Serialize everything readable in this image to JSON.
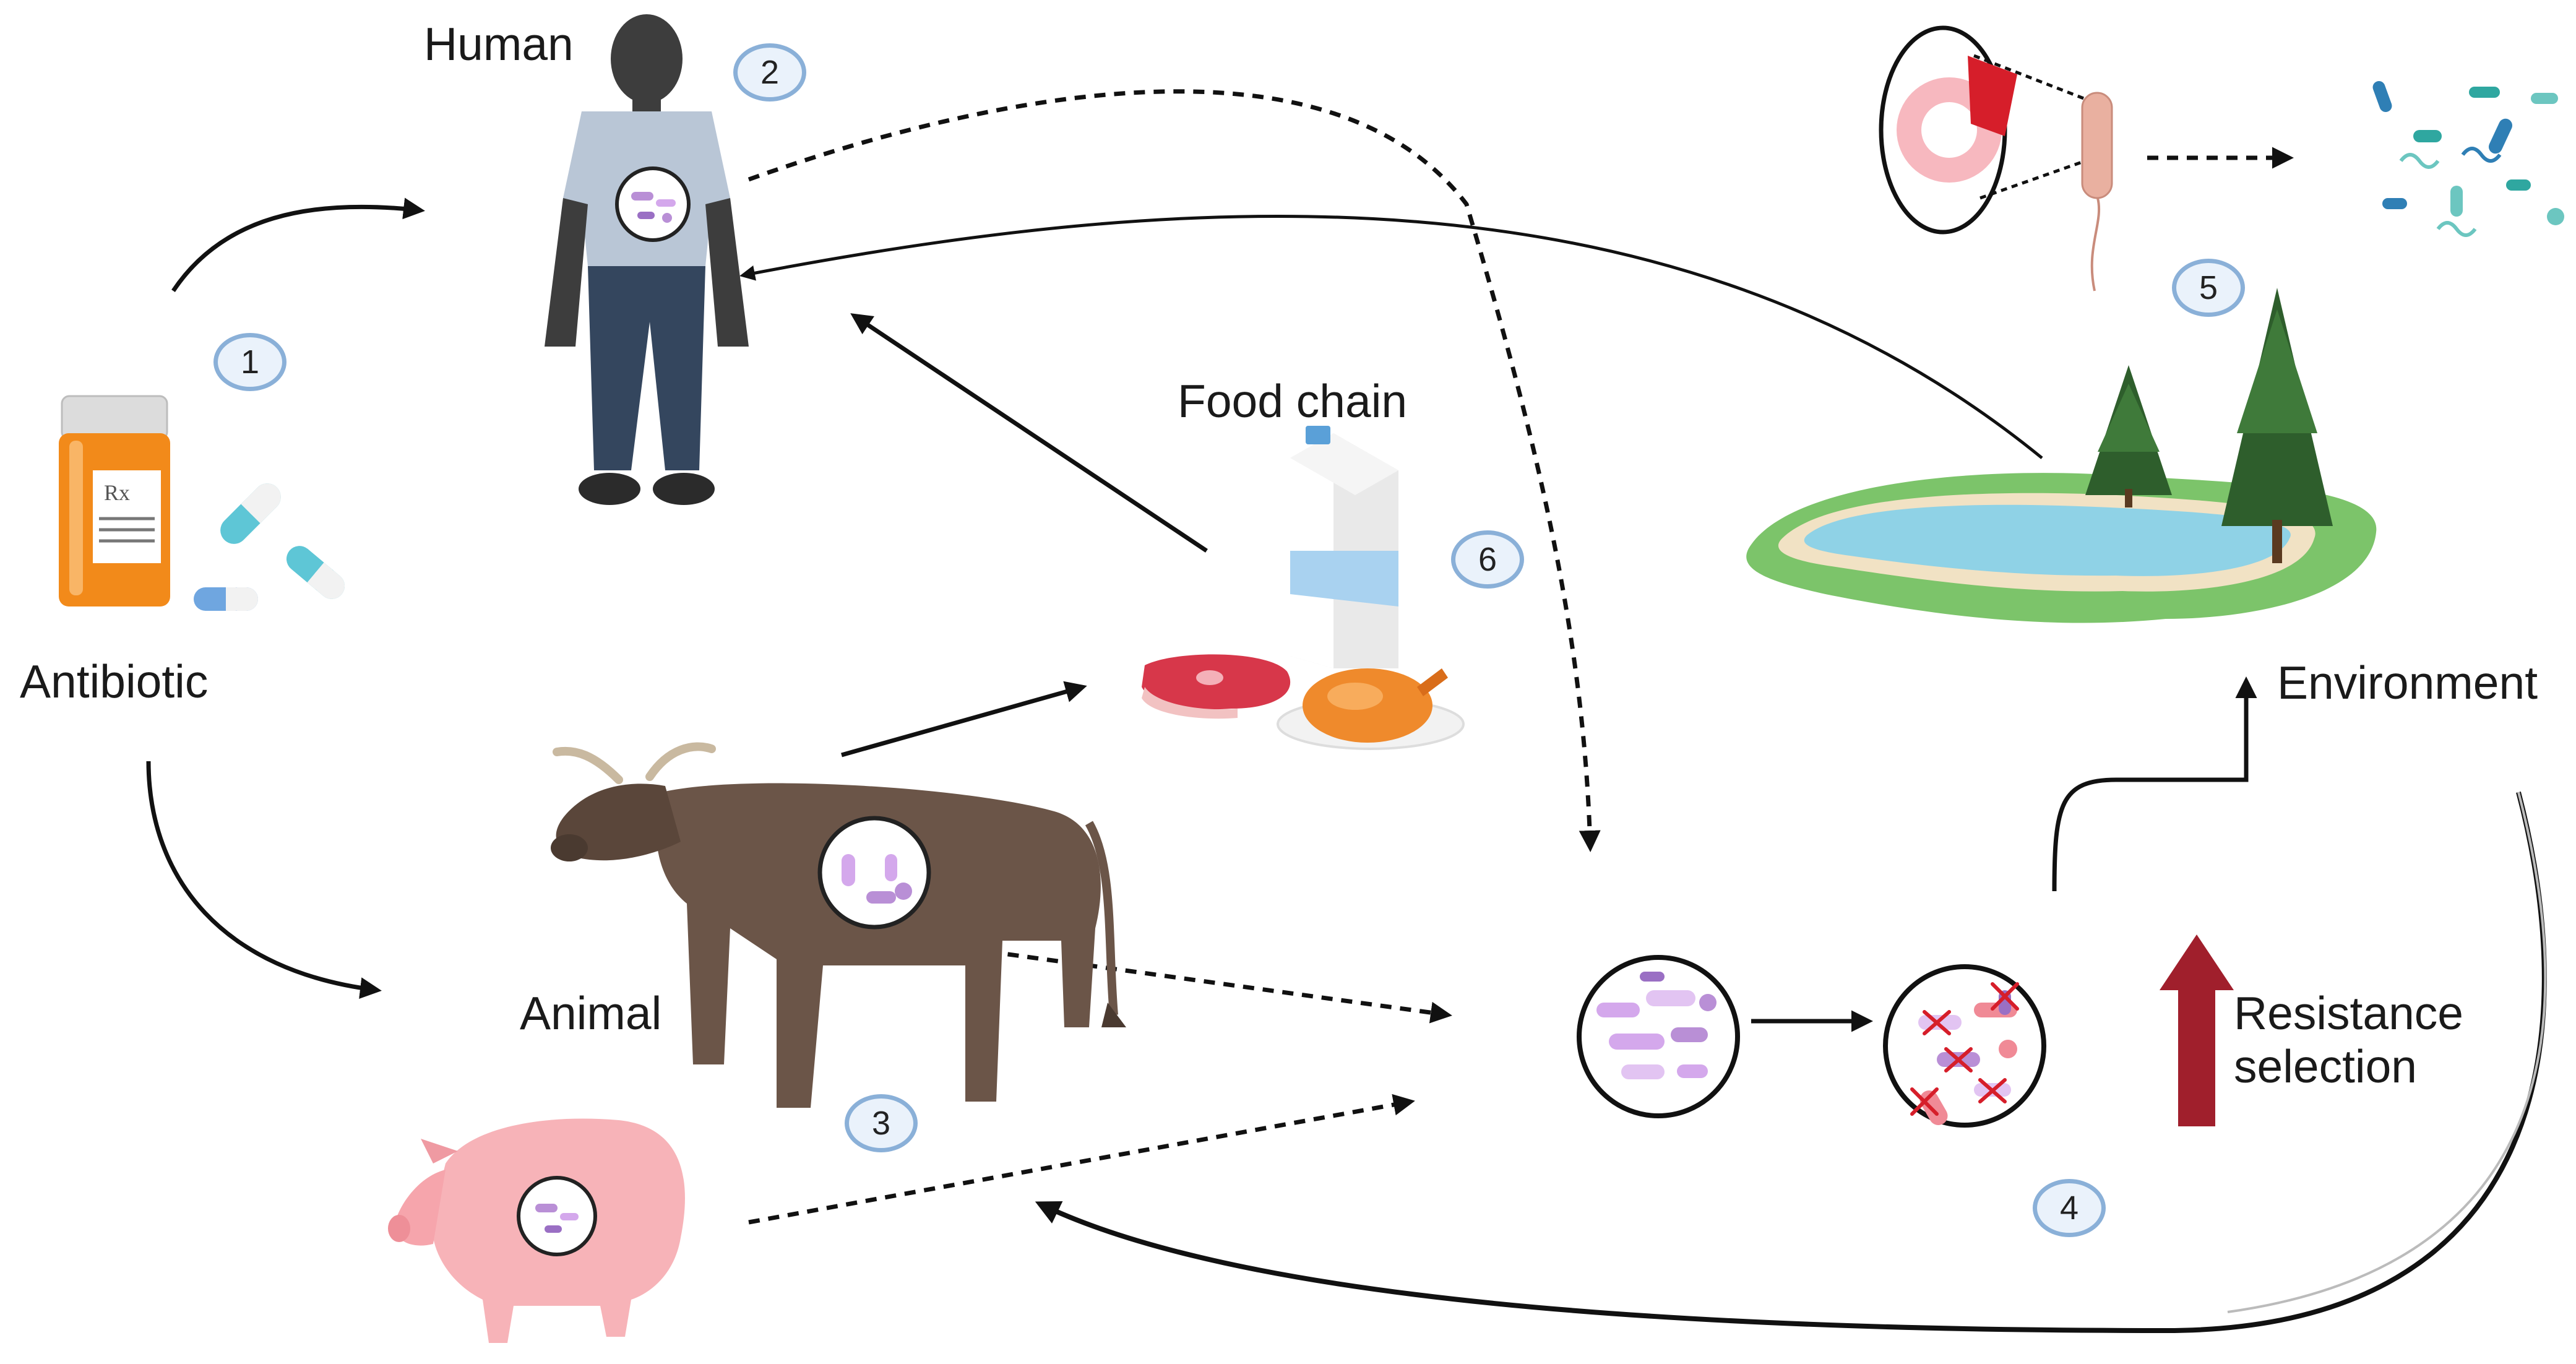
{
  "labels": {
    "human": "Human",
    "antibiotic": "Antibiotic",
    "food_chain": "Food chain",
    "environment": "Environment",
    "animal": "Animal",
    "resistance_line1": "Resistance",
    "resistance_line2": "selection"
  },
  "badges": [
    "1",
    "2",
    "3",
    "4",
    "5",
    "6"
  ],
  "bottle_label": "Rx",
  "colors": {
    "bottle": "#f28a1a",
    "human_skin": "#3d3d3d",
    "shirt": "#b9c6d6",
    "jeans": "#34465e",
    "cow": "#6b5548",
    "pig": "#f7b3b8",
    "water": "#8fd2e6",
    "grass": "#7cc46a",
    "tree": "#2e5e2c",
    "resistance_arrow": "#a01f2c",
    "badge_border": "#8ab0d8",
    "bacteria_purple": "#b98fd6",
    "bacteria_pink": "#f08a96",
    "bacteria_teal": "#6cc6c0"
  },
  "icons": [
    "pill-bottle-icon",
    "capsule-icon",
    "human-figure-icon",
    "cow-icon",
    "pig-icon",
    "milk-carton-icon",
    "steak-icon",
    "roast-chicken-icon",
    "lake-icon",
    "pine-tree-icon",
    "bacterium-icon",
    "microbiome-circle-icon",
    "up-arrow-icon"
  ]
}
